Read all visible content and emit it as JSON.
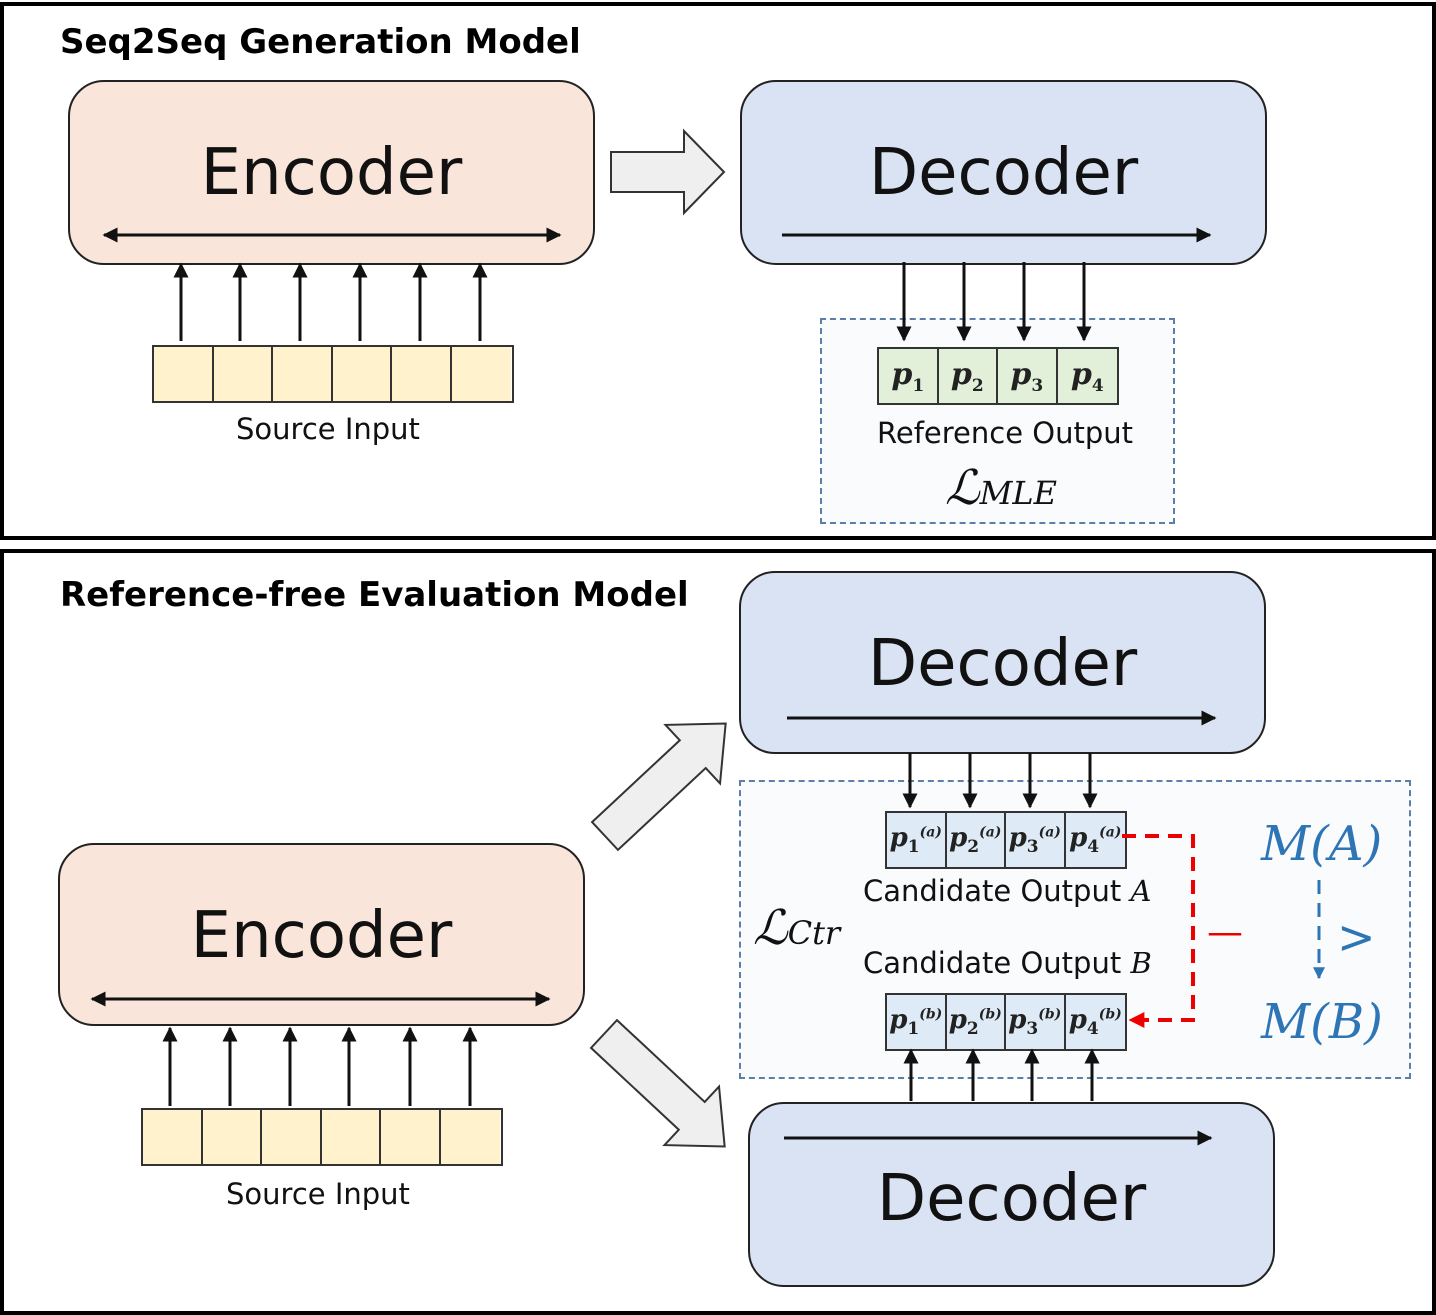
{
  "top_panel": {
    "title": "Seq2Seq Generation Model",
    "encoder_label": "Encoder",
    "decoder_label": "Decoder",
    "source_caption": "Source Input",
    "reference_caption": "Reference Output",
    "loss_symbol": "ℒ",
    "loss_subscript": "MLE",
    "tokens": [
      {
        "base": "p",
        "sub": "1"
      },
      {
        "base": "p",
        "sub": "2"
      },
      {
        "base": "p",
        "sub": "3"
      },
      {
        "base": "p",
        "sub": "4"
      }
    ]
  },
  "bottom_panel": {
    "title": "Reference-free Evaluation Model",
    "encoder_label": "Encoder",
    "decoder_top_label": "Decoder",
    "decoder_bottom_label": "Decoder",
    "source_caption": "Source Input",
    "candidate_a_caption": "Candidate Output ",
    "candidate_a_var": "A",
    "candidate_b_caption": "Candidate Output ",
    "candidate_b_var": "B",
    "loss_symbol": "ℒ",
    "loss_subscript": "Ctr",
    "metric_a": "M(A)",
    "metric_b": "M(B)",
    "comparison": ">",
    "difference": "—",
    "tokens_a": [
      {
        "base": "p",
        "sub": "1",
        "sup": "(a)"
      },
      {
        "base": "p",
        "sub": "2",
        "sup": "(a)"
      },
      {
        "base": "p",
        "sub": "3",
        "sup": "(a)"
      },
      {
        "base": "p",
        "sub": "4",
        "sup": "(a)"
      }
    ],
    "tokens_b": [
      {
        "base": "p",
        "sub": "1",
        "sup": "(b)"
      },
      {
        "base": "p",
        "sub": "2",
        "sup": "(b)"
      },
      {
        "base": "p",
        "sub": "3",
        "sup": "(b)"
      },
      {
        "base": "p",
        "sub": "4",
        "sup": "(b)"
      }
    ]
  },
  "colors": {
    "encoder_fill": "#f9e5d9",
    "decoder_fill": "#dae3f3",
    "source_token_fill": "#fff2cc",
    "reference_token_fill": "#e2f0d9",
    "candidate_token_fill": "#deebf7",
    "metric_color": "#2e75b6",
    "contrast_arrow": "#e00000"
  }
}
